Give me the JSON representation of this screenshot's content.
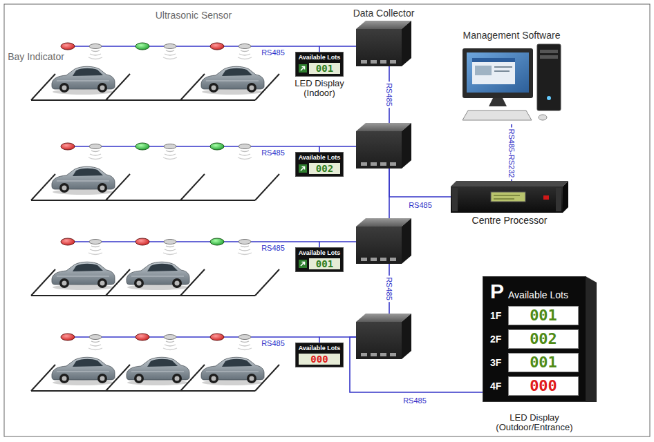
{
  "diagram": {
    "nodes": [
      {
        "text": [
          "Data Collector"
        ]
      },
      {
        "text": [
          "Available Lots",
          "001"
        ]
      },
      {
        "text": [
          "Management Software"
        ]
      },
      {
        "text": []
      },
      {
        "text": [
          "Available Lots",
          "002"
        ]
      },
      {
        "text": [
          "Centre Processor"
        ]
      },
      {
        "text": []
      },
      {
        "text": [
          "Available Lots",
          "001"
        ]
      },
      {
        "text": []
      },
      {
        "text": [
          "Available Lots",
          "000"
        ]
      },
      {
        "text": [
          "P",
          "Available Lots",
          "1F",
          "001",
          "2F",
          "002",
          "3F",
          "001",
          "4F",
          "000"
        ]
      }
    ],
    "edges": [
      {
        "from": 1,
        "to": 0,
        "arrow": "none"
      },
      {
        "from": 0,
        "to": 3,
        "label": "RS485",
        "arrow": "none"
      },
      {
        "from": 4,
        "to": 3,
        "arrow": "none"
      },
      {
        "from": 3,
        "to": 6,
        "arrow": "none"
      },
      {
        "from": 3,
        "to": 5,
        "label": "RS485",
        "arrow": "none"
      },
      {
        "from": 2,
        "to": 5,
        "label": "RS485-RS232",
        "arrow": "none"
      },
      {
        "from": 7,
        "to": 6,
        "arrow": "none"
      },
      {
        "from": 6,
        "to": 8,
        "label": "RS485",
        "arrow": "none"
      },
      {
        "from": 9,
        "to": 8,
        "arrow": "none"
      },
      {
        "from": 8,
        "to": 10,
        "label": "RS485",
        "arrow": "none"
      }
    ],
    "labels": [
      "Ultrasonic Sensor",
      "Bay Indicator",
      "RS485",
      "LED Display (Indoor)",
      "RS485",
      "RS485",
      "RS485",
      "LED Display (Outdoor/Entrance)"
    ]
  }
}
